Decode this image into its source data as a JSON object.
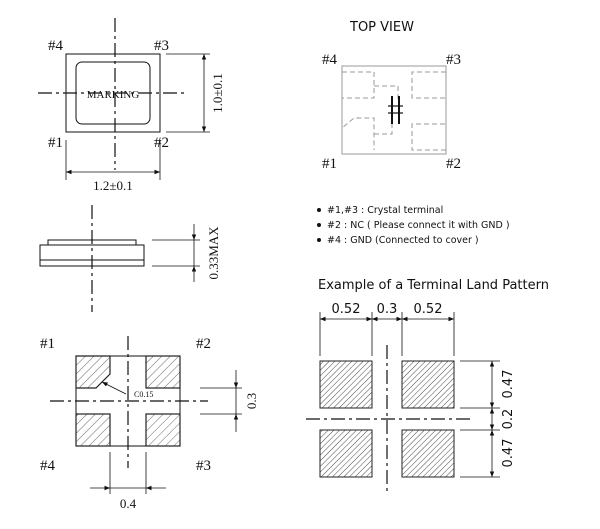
{
  "top_left": {
    "pins": [
      "#4",
      "#3",
      "#1",
      "#2"
    ],
    "marking": "MARKING",
    "dim_width": "1.2±0.1",
    "dim_height": "1.0±0.1"
  },
  "side_view": {
    "dim_height": "0.33MAX"
  },
  "bottom_view": {
    "pins": [
      "#1",
      "#2",
      "#4",
      "#3"
    ],
    "chamfer": "C0.15",
    "dim_pitch_v": "0.3",
    "dim_pitch_h": "0.4"
  },
  "top_view": {
    "title": "TOP VIEW",
    "pins": [
      "#4",
      "#3",
      "#1",
      "#2"
    ]
  },
  "notes": [
    "#1,#3 : Crystal terminal",
    "#2 : NC ( Please connect it with GND )",
    "#4 : GND  (Connected to cover )"
  ],
  "land_pattern": {
    "title": "Example of a Terminal Land Pattern",
    "dims_h": [
      "0.52",
      "0.3",
      "0.52"
    ],
    "dims_v": [
      "0.47",
      "0.2",
      "0.47"
    ]
  }
}
